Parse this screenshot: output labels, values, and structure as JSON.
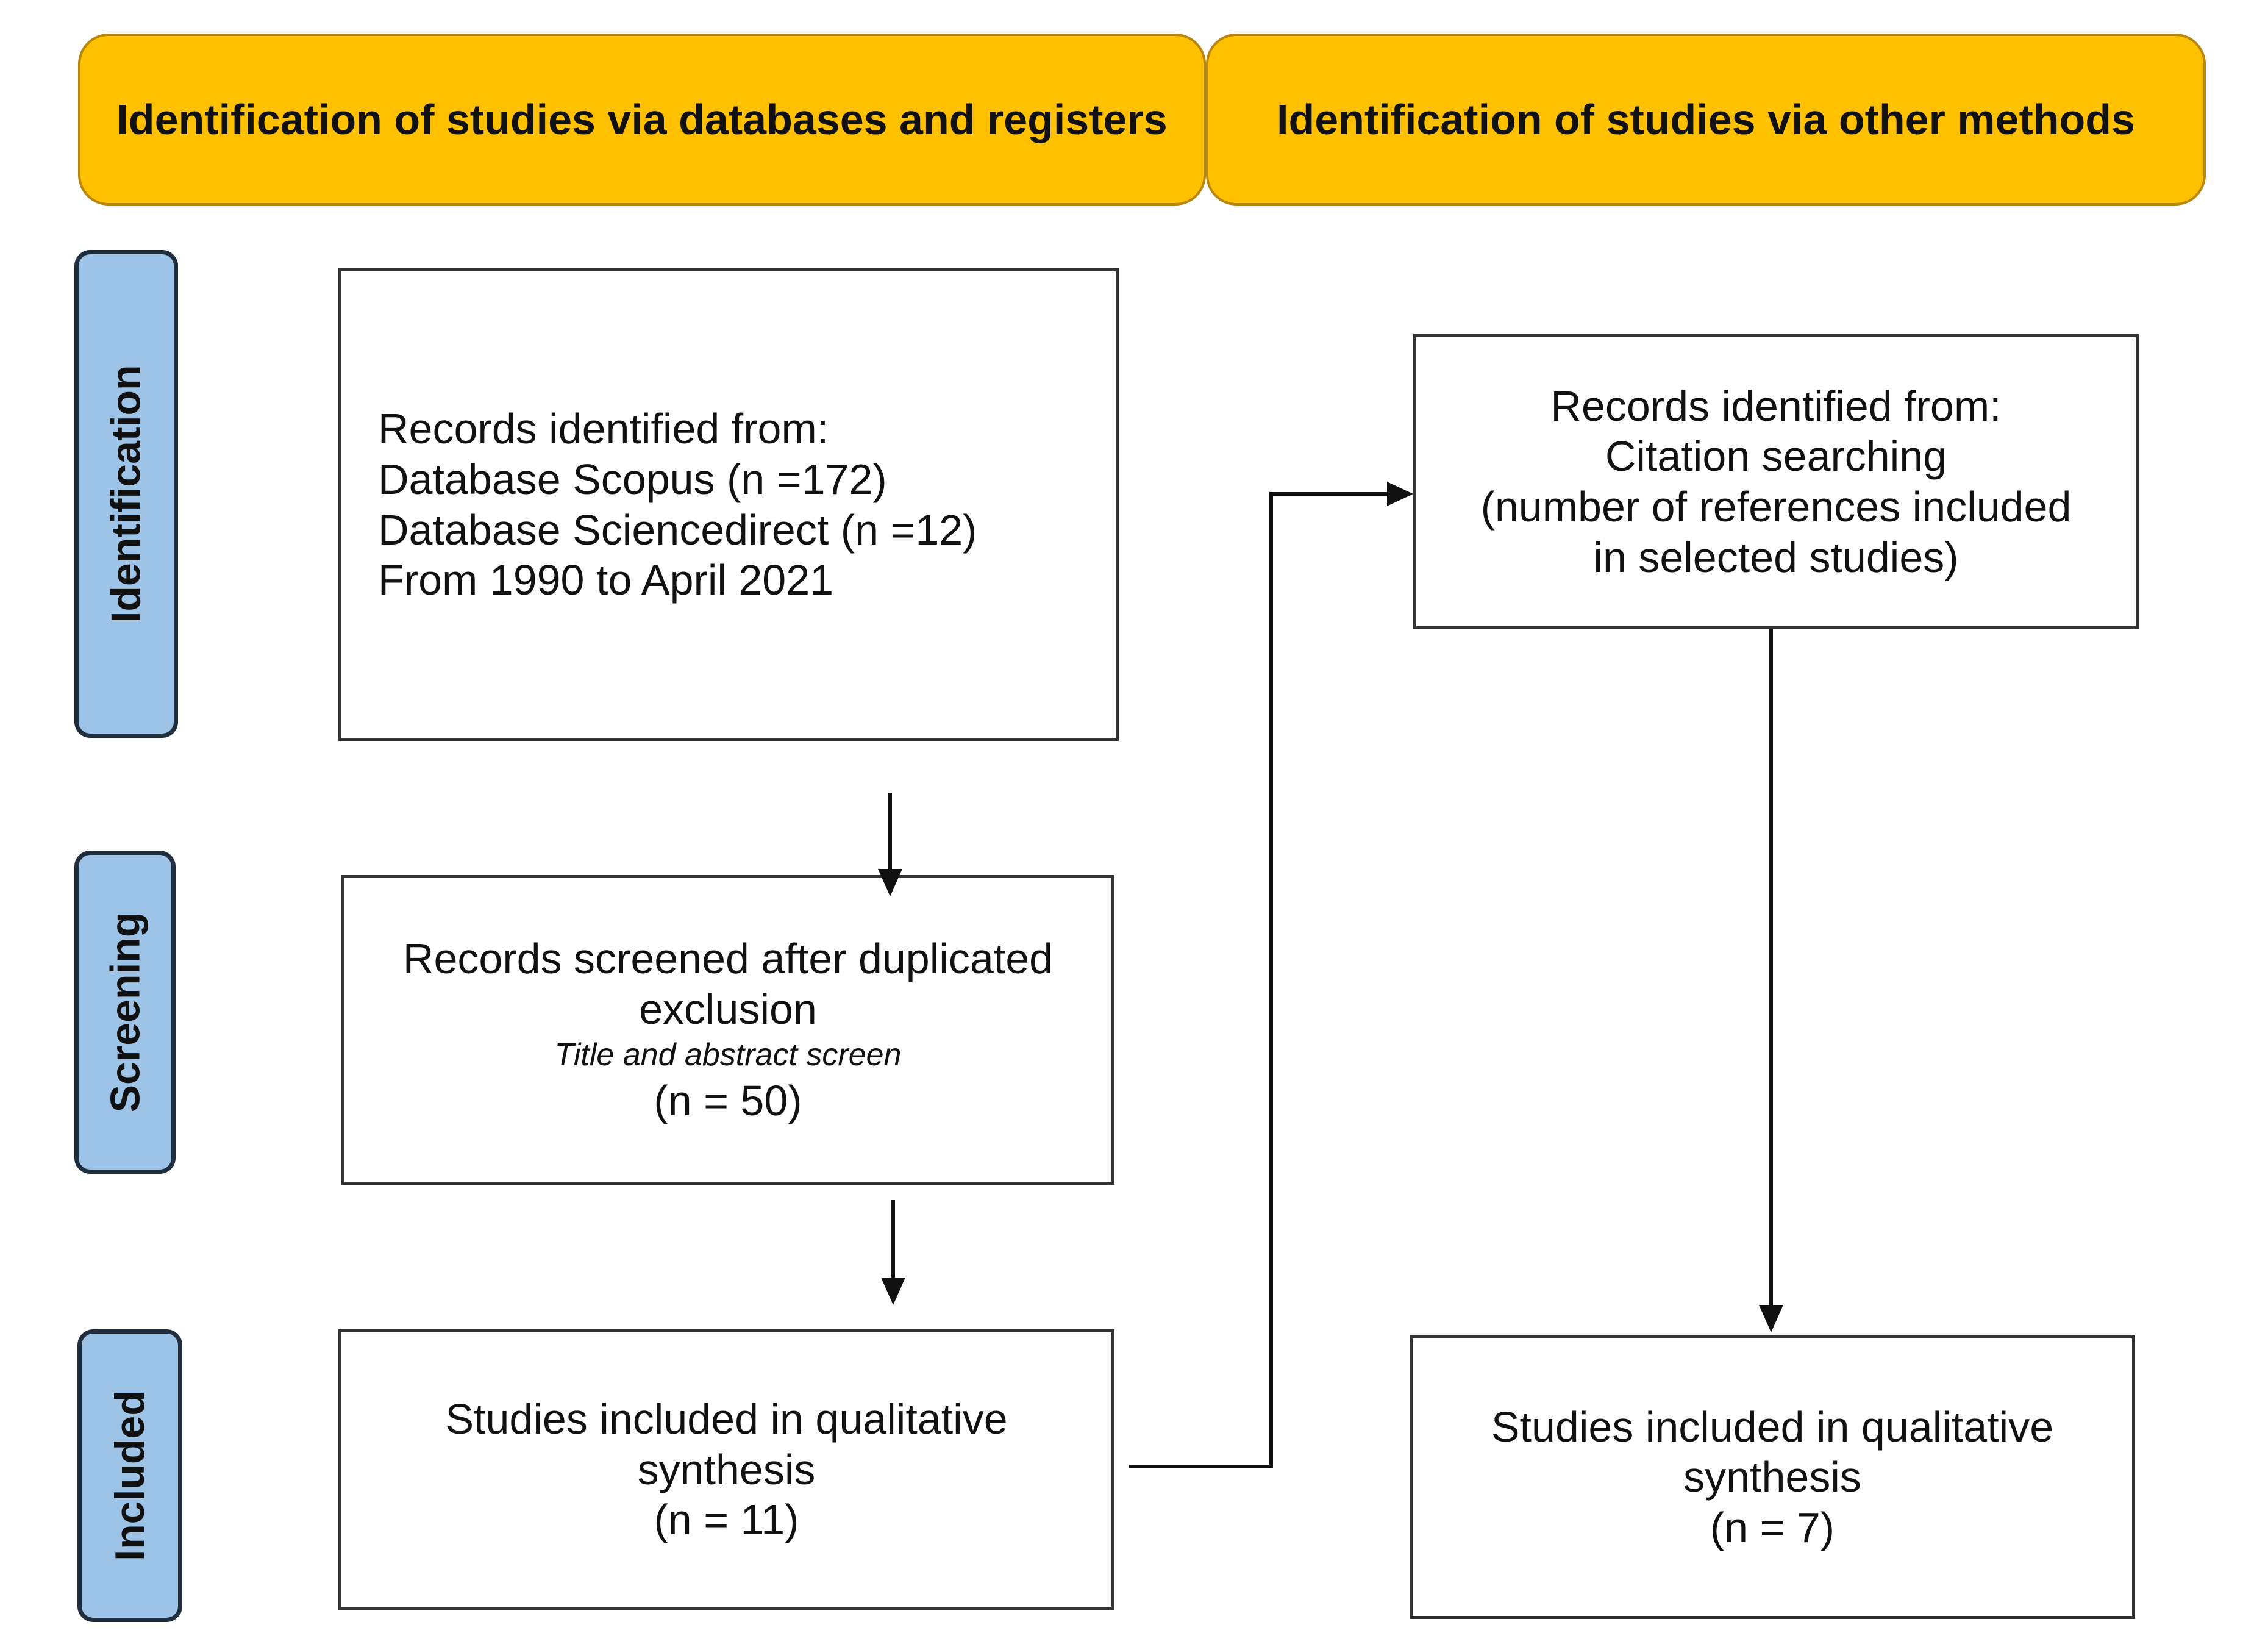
{
  "headers": {
    "databases": "Identification of studies via databases and registers",
    "other_methods": "Identification of studies via other methods"
  },
  "stages": {
    "identification": "Identification",
    "screening": "Screening",
    "included": "Included"
  },
  "boxes": {
    "records_databases": {
      "line1": "Records identified from:",
      "line2": "Database Scopus (n =172)",
      "line3": "Database Sciencedirect (n =12)",
      "line4": "From 1990 to April 2021"
    },
    "records_screened": {
      "line1": "Records screened after duplicated exclusion",
      "line2": "Title and abstract screen",
      "line3": "(n = 50)"
    },
    "studies_included_left": {
      "line1": "Studies included in qualitative synthesis",
      "line2": "(n = 11)"
    },
    "records_citation": {
      "line1": "Records identified from:",
      "line2": "Citation searching",
      "line3": "(number of references included in selected studies)"
    },
    "studies_included_right": {
      "line1": "Studies included in qualitative synthesis",
      "line2": "(n = 7)"
    }
  },
  "colors": {
    "header_fill": "#FFC000",
    "stage_fill": "#9DC3E6",
    "box_border": "#333333"
  }
}
